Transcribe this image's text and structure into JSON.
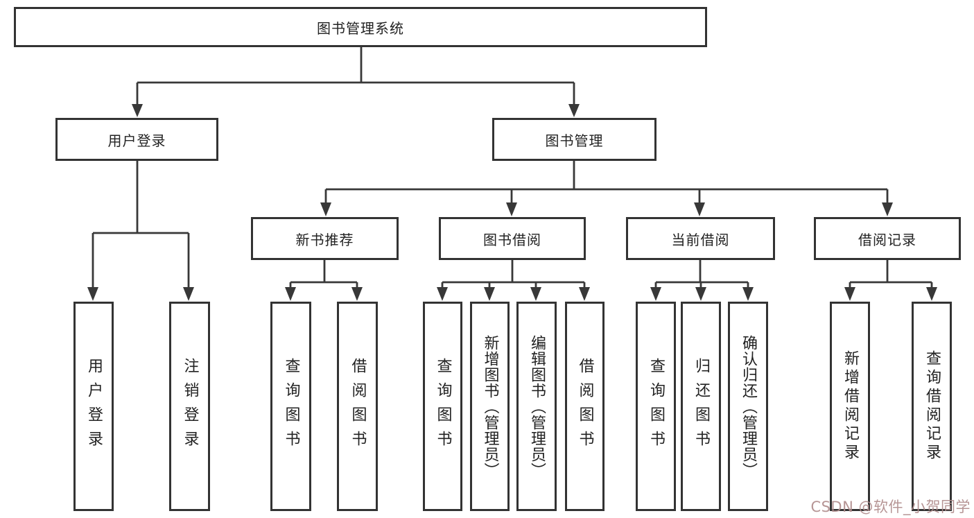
{
  "diagram": {
    "title": "图书管理系统",
    "nodes": {
      "root": "图书管理系统",
      "user_login": "用户登录",
      "book_mgmt": "图书管理",
      "new_book_rec": "新书推荐",
      "book_borrow": "图书借阅",
      "current_borrow": "当前借阅",
      "borrow_record": "借阅记录",
      "ul_login": "用户登录",
      "ul_logout": "注销登录",
      "nbr_query": "查询图书",
      "nbr_borrow": "借阅图书",
      "bb_query": "查询图书",
      "bb_add": "新增图书（管理员）",
      "bb_edit": "编辑图书（管理员）",
      "bb_borrow": "借阅图书",
      "cb_query": "查询图书",
      "cb_return": "归还图书",
      "cb_confirm": "确认归还（管理员）",
      "br_add": "新增借阅记录",
      "br_query": "查询借阅记录"
    },
    "colors": {
      "box_border": "#333333",
      "connector": "#383838",
      "text": "#222222",
      "watermark": "#b08c8c"
    }
  },
  "watermark": "CSDN @软件_小贺同学"
}
